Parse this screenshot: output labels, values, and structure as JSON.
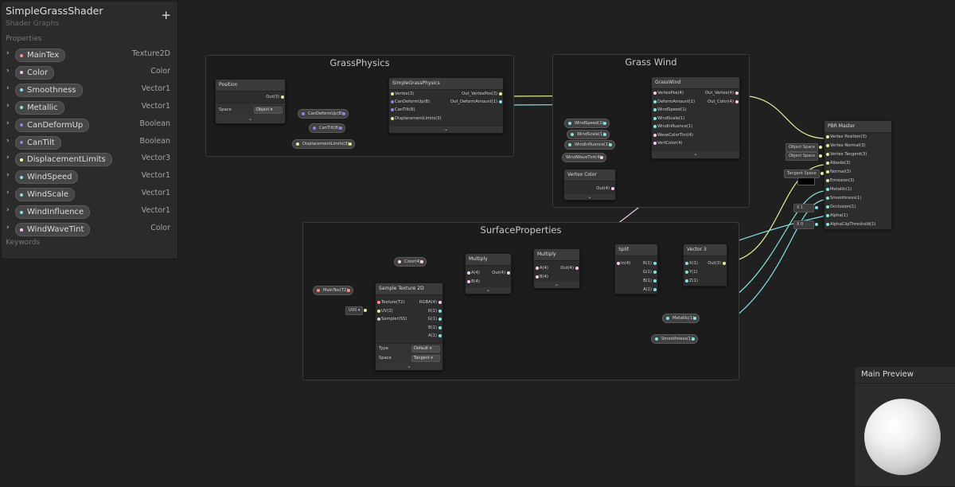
{
  "blackboard": {
    "title": "SimpleGrassShader",
    "subtitle": "Shader Graphs",
    "add_label": "+",
    "properties_label": "Properties",
    "keywords_label": "Keywords",
    "properties": [
      {
        "name": "MainTex",
        "type": "Texture2D"
      },
      {
        "name": "Color",
        "type": "Color"
      },
      {
        "name": "Smoothness",
        "type": "Vector1"
      },
      {
        "name": "Metallic",
        "type": "Vector1"
      },
      {
        "name": "CanDeformUp",
        "type": "Boolean"
      },
      {
        "name": "CanTilt",
        "type": "Boolean"
      },
      {
        "name": "DisplacementLimits",
        "type": "Vector3"
      },
      {
        "name": "WindSpeed",
        "type": "Vector1"
      },
      {
        "name": "WindScale",
        "type": "Vector1"
      },
      {
        "name": "WindInfluence",
        "type": "Vector1"
      },
      {
        "name": "WindWaveTint",
        "type": "Color"
      }
    ]
  },
  "groups": {
    "grass_physics": "GrassPhysics",
    "grass_wind": "Grass Wind",
    "surface_properties": "SurfaceProperties"
  },
  "nodes": {
    "position": {
      "title": "Position",
      "out": "Out(3)",
      "space_label": "Space",
      "space_value": "Object"
    },
    "simple_grass_physics": {
      "title": "SimpleGrassPhysics",
      "in": [
        "Vertex(3)",
        "CanDeformUp(B)",
        "CanTilt(B)",
        "DisplacementLimits(3)"
      ],
      "out": [
        "Out_VertexPos(3)",
        "Out_DeformAmount(1)"
      ]
    },
    "grass_wind": {
      "title": "GrassWind",
      "in": [
        "VertexPos(4)",
        "DeformAmount(1)",
        "WindSpeed(1)",
        "WindScale(1)",
        "WindInfluence(1)",
        "WaveColorTint(4)",
        "VertColor(4)"
      ],
      "out": [
        "Out_Vertex(4)",
        "Out_Color(4)"
      ]
    },
    "vertex_color": {
      "title": "Vertex Color",
      "out": "Out(4)"
    },
    "pbr_master": {
      "title": "PBR Master",
      "in": [
        "Vertex Position(3)",
        "Vertex Normal(3)",
        "Vertex Tangent(3)",
        "Albedo(3)",
        "Normal(3)",
        "Emission(3)",
        "Metallic(1)",
        "Smoothness(1)",
        "Occlusion(1)",
        "Alpha(1)",
        "AlphaClipThreshold(1)"
      ]
    },
    "sample_texture": {
      "title": "Sample Texture 2D",
      "in": [
        "Texture(T2)",
        "UV(2)",
        "Sampler(SS)"
      ],
      "out": [
        "RGBA(4)",
        "R(1)",
        "G(1)",
        "B(1)",
        "A(1)"
      ],
      "type_label": "Type",
      "type_value": "Default",
      "space_label": "Space",
      "space_value": "Tangent"
    },
    "multiply1": {
      "title": "Multiply",
      "in": [
        "A(4)",
        "B(4)"
      ],
      "out": "Out(4)"
    },
    "multiply2": {
      "title": "Multiply",
      "in": [
        "A(4)",
        "B(4)"
      ],
      "out": "Out(4)"
    },
    "split": {
      "title": "Split",
      "in": "In(4)",
      "out": [
        "R(1)",
        "G(1)",
        "B(1)",
        "A(1)"
      ]
    },
    "vector3": {
      "title": "Vector 3",
      "in": [
        "X(1)",
        "Y(1)",
        "Z(1)"
      ],
      "out": "Out(3)"
    }
  },
  "chips": {
    "can_deform_up": "CanDeformUp(B)",
    "can_tilt": "CanTilt(B)",
    "displacement_limits": "DisplacementLimits(3)",
    "wind_speed": "WindSpeed(1)",
    "wind_scale": "WindScale(1)",
    "wind_influence": "WindInfluence(1)",
    "wind_wave_tint": "WindWaveTint(4)",
    "color": "Color(4)",
    "main_tex": "MainTex(T2)",
    "uv": "UV0",
    "metallic": "Metallic(1)",
    "smoothness": "Smoothness(1)",
    "object_space_1": "Object Space",
    "object_space_2": "Object Space",
    "tangent_space": "Tangent Space",
    "x_label_1": "X",
    "x_value_1": "1",
    "x_label_2": "X",
    "x_value_2": "0"
  },
  "preview": {
    "title": "Main Preview"
  },
  "colors": {
    "vector1": "#84e4e7",
    "vector3": "#f6ff9a",
    "vector4": "#fbcbf4",
    "boolean": "#9481e6",
    "texture": "#ff8b8b",
    "background": "#202020"
  }
}
